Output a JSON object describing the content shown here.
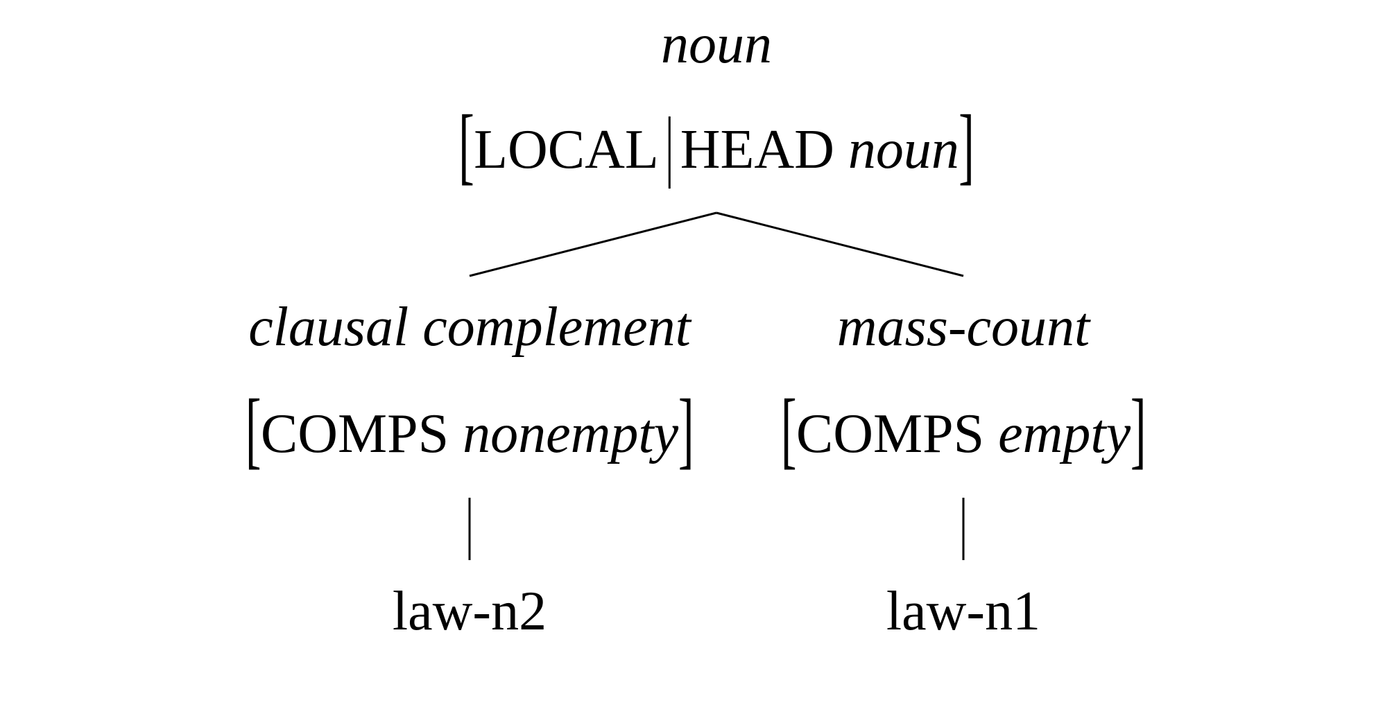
{
  "root": {
    "type": "noun",
    "feature_path_1": "LOCAL",
    "feature_path_2": "HEAD",
    "value": "noun"
  },
  "children": [
    {
      "type": "clausal complement",
      "feature": "COMPS",
      "value": "nonempty",
      "leaf": "law-n2"
    },
    {
      "type": "mass-count",
      "feature": "COMPS",
      "value": "empty",
      "leaf": "law-n1"
    }
  ]
}
